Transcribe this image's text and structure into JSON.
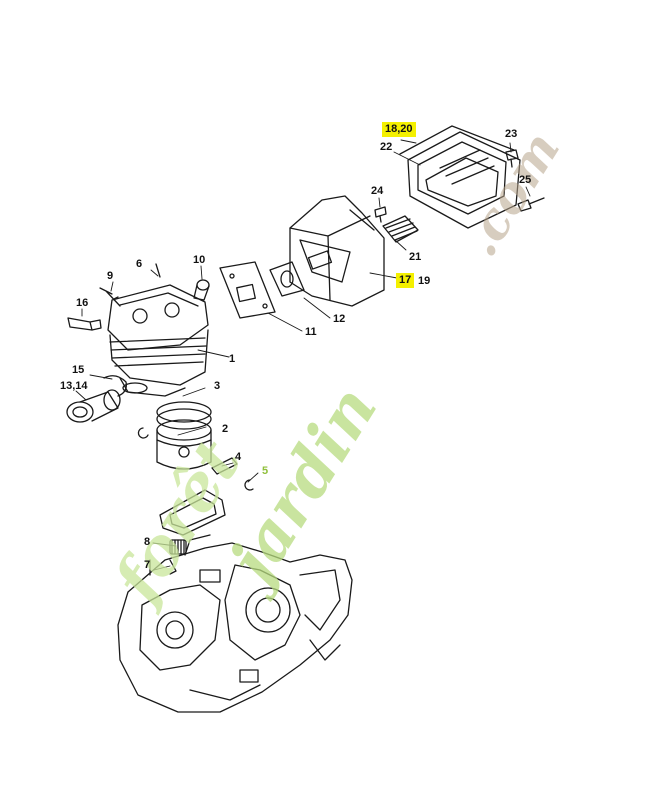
{
  "watermark": {
    "part1": "forêt",
    "part2": "jardin",
    "part3": ".com",
    "colors": {
      "green": "#b7dc7f",
      "orange": "#f2b96b",
      "brown": "#b8a58c"
    }
  },
  "callouts": {
    "c1": "1",
    "c2": "2",
    "c3": "3",
    "c4": "4",
    "c5": "5",
    "c6": "6",
    "c7": "7",
    "c8": "8",
    "c9": "9",
    "c10": "10",
    "c11": "11",
    "c12": "12",
    "c13_14": "13,14",
    "c15": "15",
    "c16": "16",
    "c17": "17",
    "c19": "19",
    "c18_20": "18,20",
    "c21": "21",
    "c22": "22",
    "c23": "23",
    "c24": "24",
    "c25": "25"
  },
  "highlight_color": "#f4f000"
}
